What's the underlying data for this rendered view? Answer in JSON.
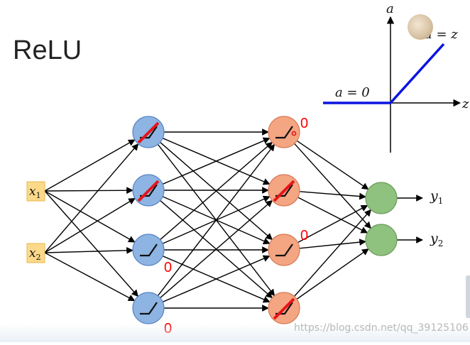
{
  "title": "ReLU",
  "inputs": [
    {
      "var": "x",
      "sub": "1"
    },
    {
      "var": "x",
      "sub": "2"
    }
  ],
  "outputs": [
    {
      "var": "y",
      "sub": "1"
    },
    {
      "var": "y",
      "sub": "2"
    }
  ],
  "layer1_zero_labels": [
    "0",
    "0"
  ],
  "layer2_zero_labels": [
    "0",
    "0"
  ],
  "plot": {
    "axis_a": "a",
    "axis_z": "z",
    "label_flat": "a = 0",
    "label_slope": "a = z"
  },
  "watermark": "https://blog.csdn.net/qq_39125106",
  "colors": {
    "layer1": "#8db4e2",
    "layer2": "#f4a582",
    "output": "#8fc27f",
    "input": "#fcd98a",
    "zero": "#ff0000",
    "relu_curve": "#0000ee"
  }
}
